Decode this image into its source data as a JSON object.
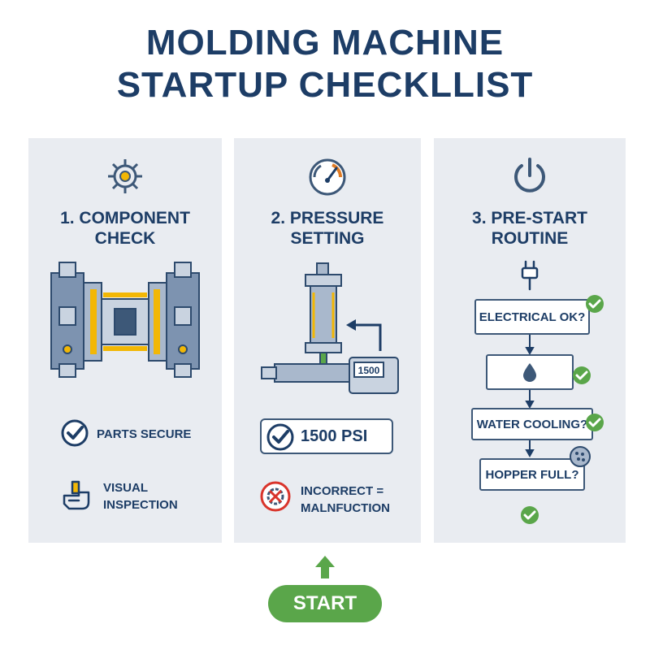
{
  "title": {
    "line1": "MOLDING MACHINE",
    "line2": "STARTUP CHECKLLIST"
  },
  "panels": [
    {
      "heading_line1": "1. COMPONENT",
      "heading_line2": "CHECK",
      "icon": "gear-icon",
      "items": [
        {
          "icon": "check-circle-icon",
          "label": "PARTS SECURE"
        },
        {
          "icon": "hand-inspection-icon",
          "label_line1": "VISUAL",
          "label_line2": "INSPECTION"
        }
      ]
    },
    {
      "heading_line1": "2. PRESSURE",
      "heading_line2": "SETTING",
      "icon": "pressure-gauge-icon",
      "display_value": "1500",
      "items": [
        {
          "icon": "check-circle-icon",
          "label": "1500 PSI"
        },
        {
          "icon": "malfunction-gear-icon",
          "label_line1": "INCORRECT =",
          "label_line2": "MALNFUCTION"
        }
      ]
    },
    {
      "heading_line1": "3. PRE-START",
      "heading_line2": "ROUTINE",
      "icon": "power-icon",
      "flow": [
        {
          "label": "ELECTRICAL OK?"
        },
        {
          "label": "",
          "icon": "water-drop-icon"
        },
        {
          "label": "WATER COOLING?"
        },
        {
          "label": "HOPPER FULL?"
        }
      ]
    }
  ],
  "start_button": {
    "label": "START"
  },
  "colors": {
    "navy": "#1d3d66",
    "panel": "#e9ecf1",
    "green": "#5aa64a",
    "gold": "#f2b705",
    "red": "#d9342b"
  }
}
